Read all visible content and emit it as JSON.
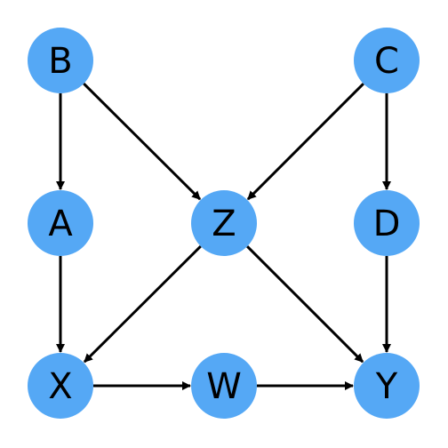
{
  "theme": {
    "node_fill": "#55A8F5",
    "edge_color": "#000000",
    "background": "#FFFFFF"
  },
  "graph": {
    "nodes": [
      {
        "id": "B",
        "label": "B"
      },
      {
        "id": "C",
        "label": "C"
      },
      {
        "id": "A",
        "label": "A"
      },
      {
        "id": "Z",
        "label": "Z"
      },
      {
        "id": "D",
        "label": "D"
      },
      {
        "id": "X",
        "label": "X"
      },
      {
        "id": "W",
        "label": "W"
      },
      {
        "id": "Y",
        "label": "Y"
      }
    ],
    "edges": [
      {
        "from": "B",
        "to": "A"
      },
      {
        "from": "B",
        "to": "Z"
      },
      {
        "from": "C",
        "to": "Z"
      },
      {
        "from": "C",
        "to": "D"
      },
      {
        "from": "A",
        "to": "X"
      },
      {
        "from": "Z",
        "to": "X"
      },
      {
        "from": "Z",
        "to": "Y"
      },
      {
        "from": "D",
        "to": "Y"
      },
      {
        "from": "X",
        "to": "W"
      },
      {
        "from": "W",
        "to": "Y"
      }
    ]
  }
}
